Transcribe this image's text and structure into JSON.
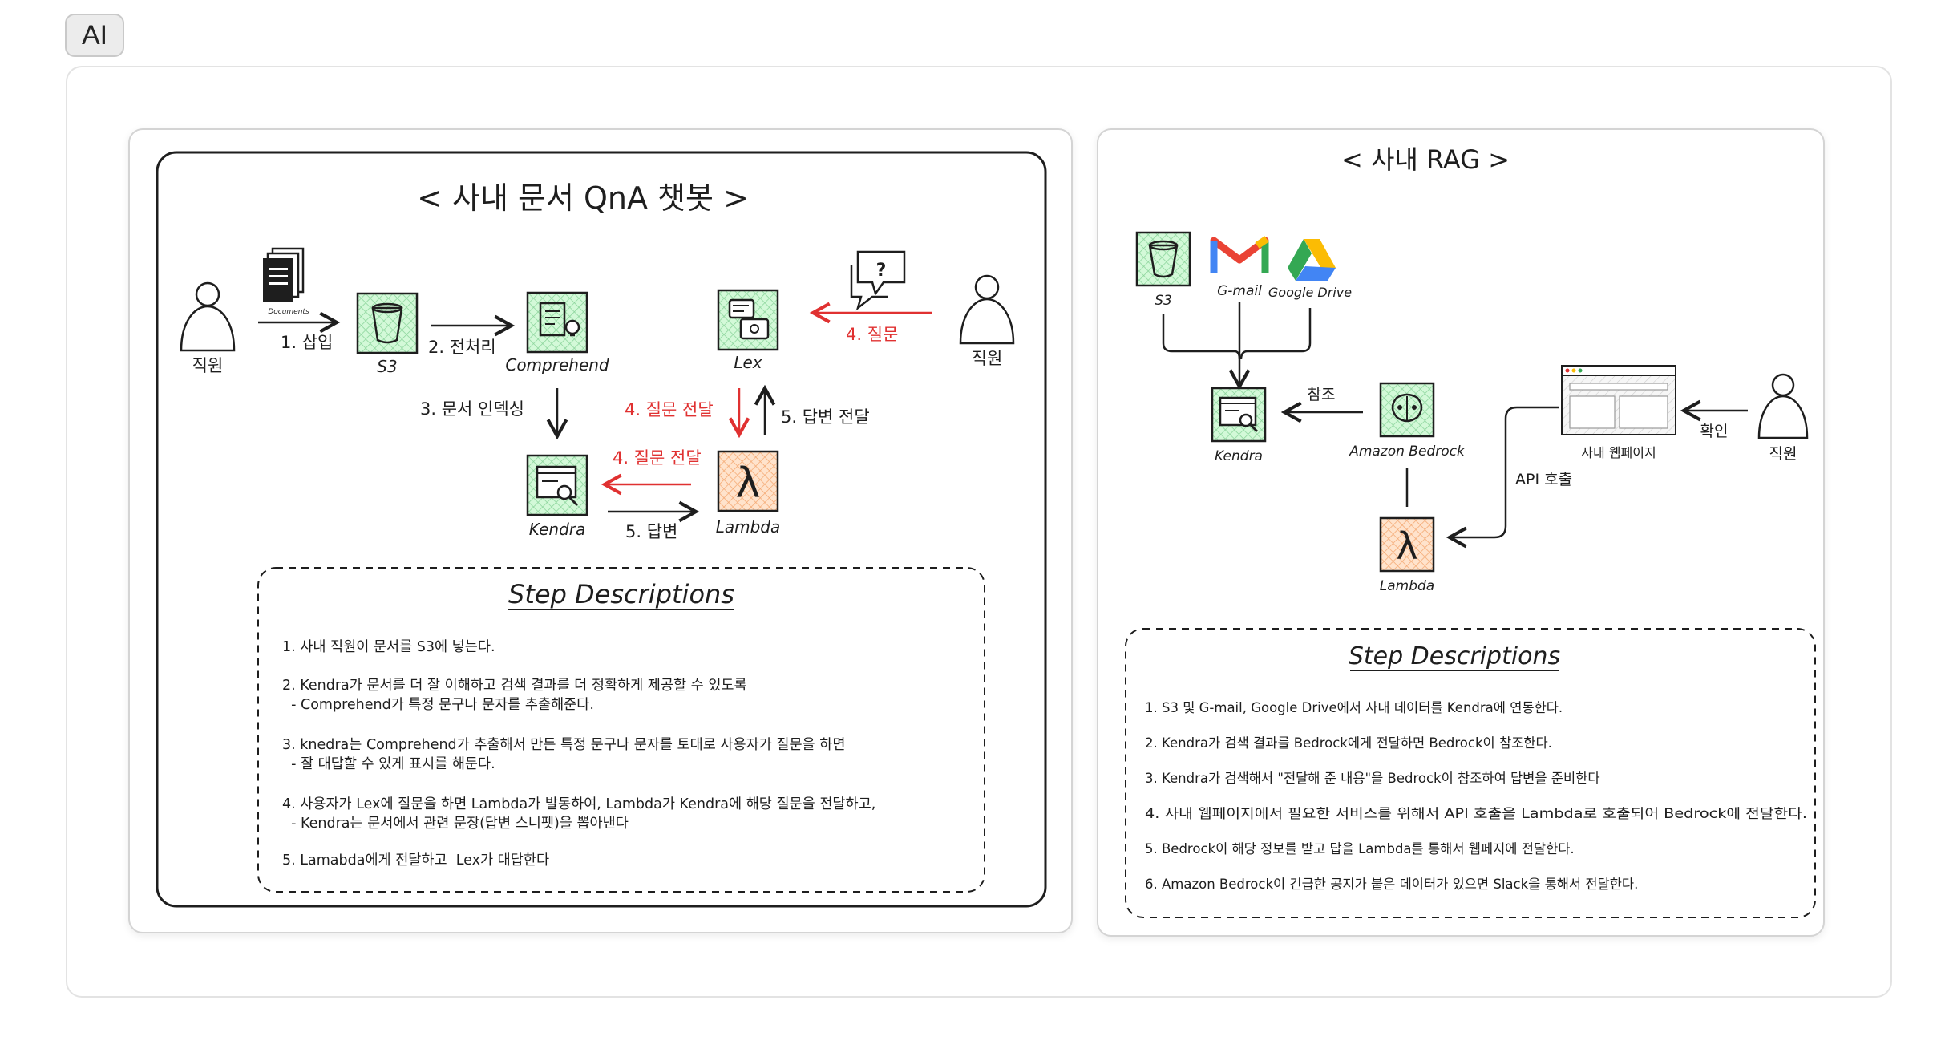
{
  "badge": "AI",
  "left": {
    "title": "< 사내 문서 QnA 챗봇 >",
    "employee_left": "직원",
    "employee_right": "직원",
    "documents_label": "Documents",
    "s3": "S3",
    "comprehend": "Comprehend",
    "lex": "Lex",
    "kendra": "Kendra",
    "lambda": "Lambda",
    "e_insert": "1. 삽입",
    "e_preprocess": "2. 전처리",
    "e_indexing": "3. 문서 인덱싱",
    "e_question": "4. 질문",
    "e_question_forward_1": "4. 질문 전달",
    "e_question_forward_2": "4. 질문 전달",
    "e_answer_forward": "5. 답변 전달",
    "e_answer": "5. 답변",
    "steps_title": "Step Descriptions",
    "steps": [
      "1. 사내 직원이 문서를 S3에 넣는다.",
      "2. Kendra가 문서를 더 잘 이해하고 검색 결과를 더 정확하게 제공할 수 있도록",
      "  - Comprehend가 특정 문구나 문자를 추출해준다.",
      "3. knedra는 Comprehend가 추출해서 만든 특정 문구나 문자를 토대로 사용자가 질문을 하면",
      "  - 잘 대답할 수 있게 표시를 해둔다.",
      "4. 사용자가 Lex에 질문을 하면 Lambda가 발동하여, Lambda가 Kendra에 해당 질문을 전달하고,",
      "  - Kendra는 문서에서 관련 문장(답변 스니펫)을 뽑아낸다",
      "5. Lamabda에게 전달하고  Lex가 대답한다"
    ]
  },
  "right": {
    "title": "< 사내 RAG >",
    "s3": "S3",
    "gmail": "G-mail",
    "gdrive": "Google Drive",
    "kendra": "Kendra",
    "bedrock": "Amazon Bedrock",
    "lambda": "Lambda",
    "webpage": "사내 웹페이지",
    "employee": "직원",
    "e_ref": "참조",
    "e_confirm": "확인",
    "e_api": "API 호출",
    "steps_title": "Step Descriptions",
    "steps": [
      "1. S3 및 G-mail, Google Drive에서 사내 데이터를 Kendra에 연동한다.",
      "2. Kendra가 검색 결과를 Bedrock에게 전달하면 Bedrock이 참조한다.",
      "3. Kendra가 검색해서 \"전달해 준 내용\"을 Bedrock이 참조하여 답변을 준비한다",
      "4. 사내 웹페이지에서 필요한 서비스를 위해서 API 호출을 Lambda로 호출되어 Bedrock에 전달한다.",
      "5. Bedrock이 해당 정보를 받고 답을 Lambda를 통해서 웹페지에 전달한다.",
      "6. Amazon Bedrock이 긴급한 공지가 붙은 데이터가 있으면 Slack을 통해서 전달한다."
    ]
  },
  "colors": {
    "accent_red": "#e03131",
    "service_green": "#b2f2bb",
    "lambda_orange": "#ffc9a0",
    "gmail_red": "#ea4335",
    "drive_blue": "#4285f4",
    "drive_green": "#34a853",
    "drive_yellow": "#fbbc04"
  }
}
